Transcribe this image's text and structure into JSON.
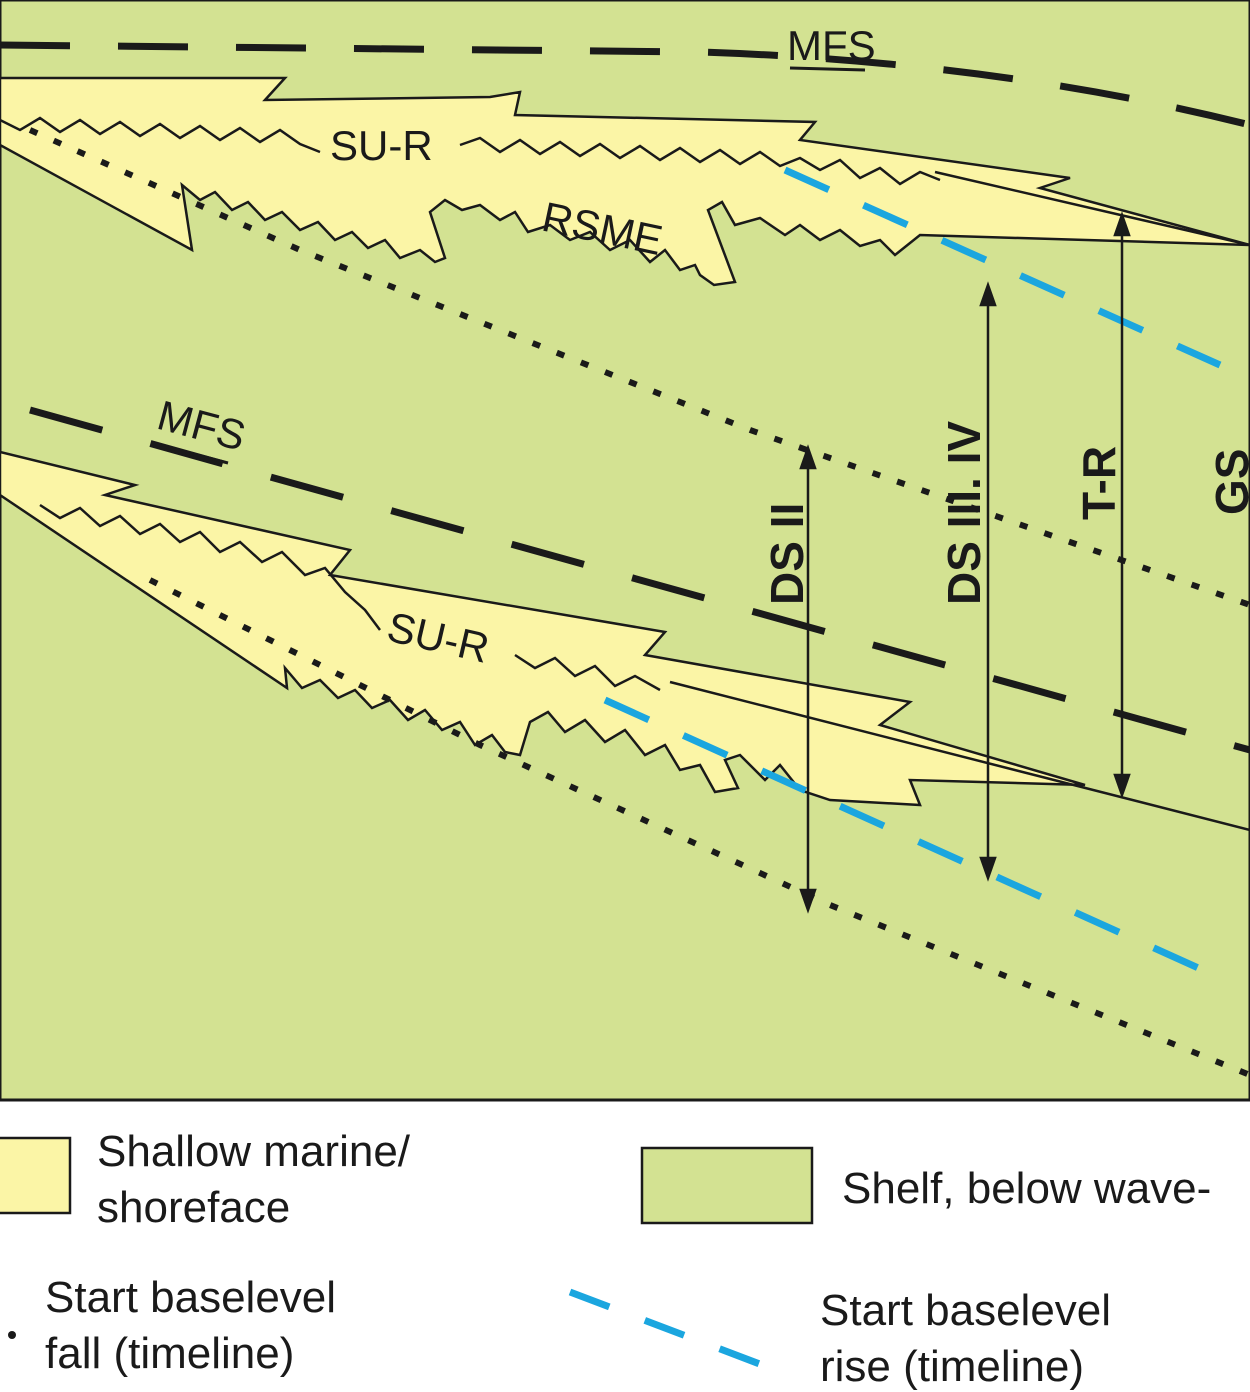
{
  "colors": {
    "shelf": "#d3e292",
    "shoreface": "#fbf5a6",
    "line": "#1a1a1a",
    "rise_timeline": "#1ba6df"
  },
  "labels": {
    "mfs_upper": "MFS",
    "mfs_lower": "MFS",
    "sur_upper": "SU-R",
    "sur_lower": "SU-R",
    "rsme": "RSME",
    "ds2": "DS II",
    "ds34": "DS III. IV",
    "tr": "T-R",
    "gs": "GS"
  },
  "legend": {
    "shoreface_line1": "Shallow marine/",
    "shoreface_line2": "shoreface",
    "shelf": "Shelf, below wave-",
    "fall_line1": "Start baselevel",
    "fall_line2": "fall (timeline)",
    "rise_line1": "Start baselevel",
    "rise_line2": "rise (timeline)"
  }
}
